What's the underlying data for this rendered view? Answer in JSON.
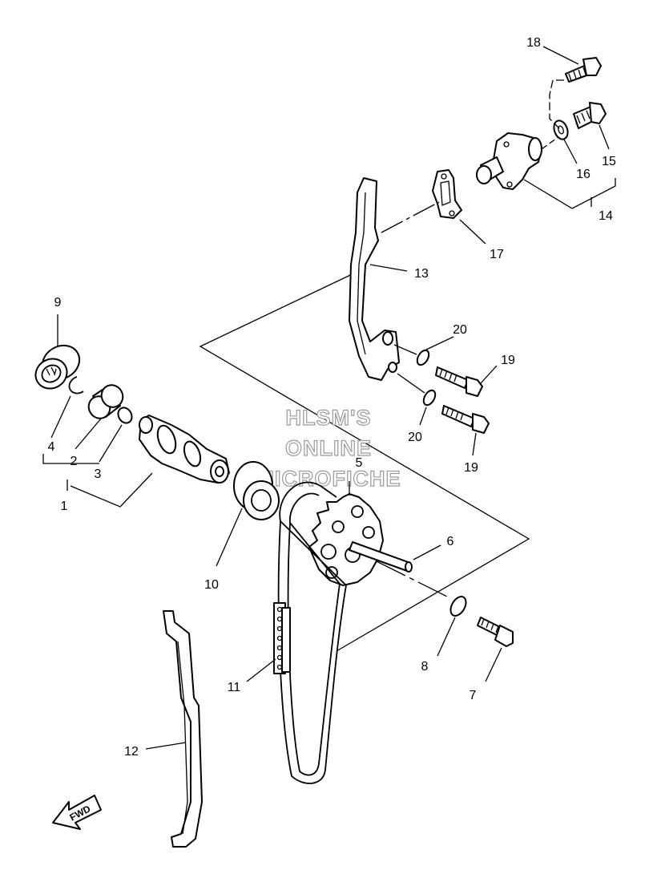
{
  "watermark": {
    "line1": "HLSM'S",
    "line2": "ONLINE",
    "line3": "MICROFICHE"
  },
  "fwd_label": "FWD",
  "callouts": {
    "c1": "1",
    "c2": "2",
    "c3": "3",
    "c4": "4",
    "c5": "5",
    "c6": "6",
    "c7": "7",
    "c8": "8",
    "c9": "9",
    "c10": "10",
    "c11": "11",
    "c12": "12",
    "c13": "13",
    "c14": "14",
    "c15": "15",
    "c16": "16",
    "c17": "17",
    "c18": "18",
    "c19a": "19",
    "c19b": "19",
    "c20a": "20",
    "c20b": "20"
  }
}
